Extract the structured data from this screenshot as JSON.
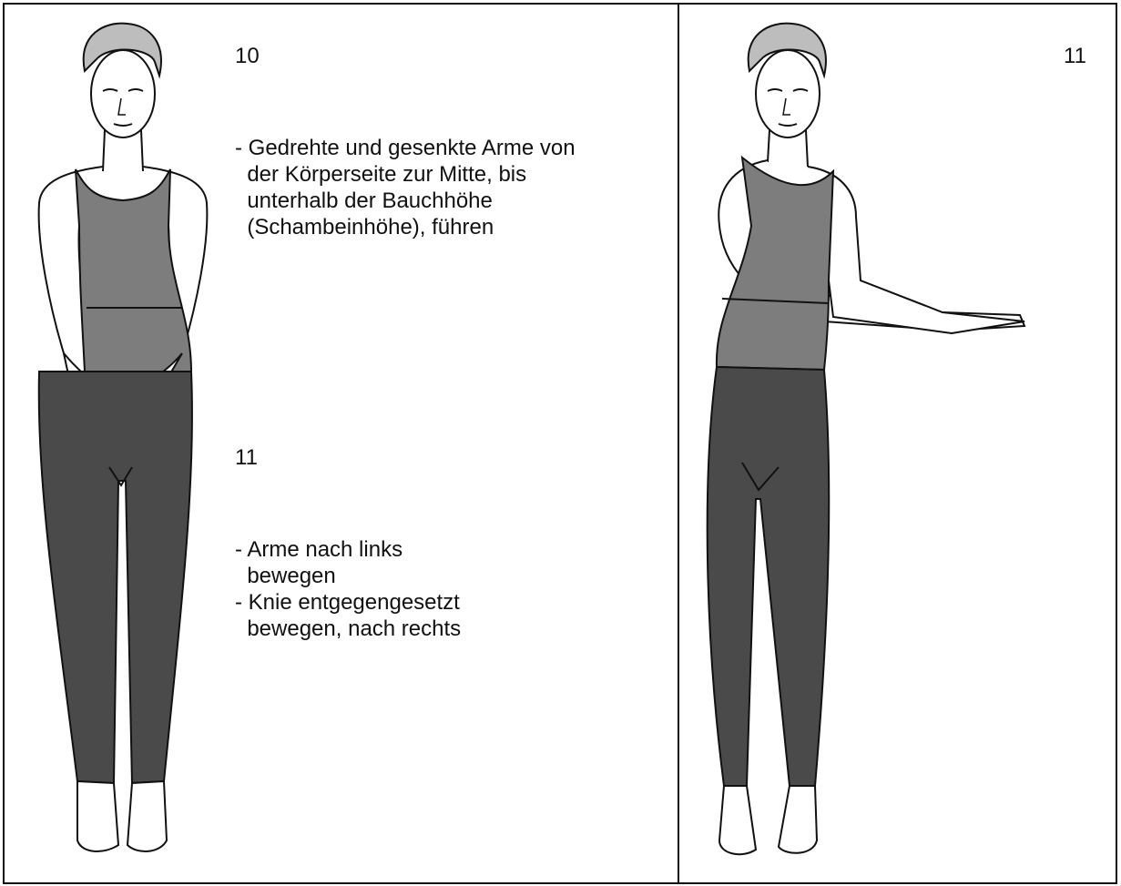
{
  "left_panel": {
    "step_10_number": "10",
    "step_10_lines": [
      "- Gedrehte und gesenkte Arme von",
      "  der Körperseite zur Mitte, bis",
      "  unterhalb der Bauchhöhe",
      "  (Schambeinhöhe), führen"
    ],
    "step_11_number": "11",
    "step_11_lines": [
      "- Arme nach links",
      "  bewegen",
      "- Knie entgegengesetzt",
      "  bewegen, nach rechts"
    ]
  },
  "right_panel": {
    "step_number": "11"
  },
  "colors": {
    "outline": "#111111",
    "top_fill": "#7d7d7d",
    "leggings_fill": "#4a4a4a",
    "skin_fill": "#ffffff",
    "hair_fill": "#bdbdbd"
  }
}
